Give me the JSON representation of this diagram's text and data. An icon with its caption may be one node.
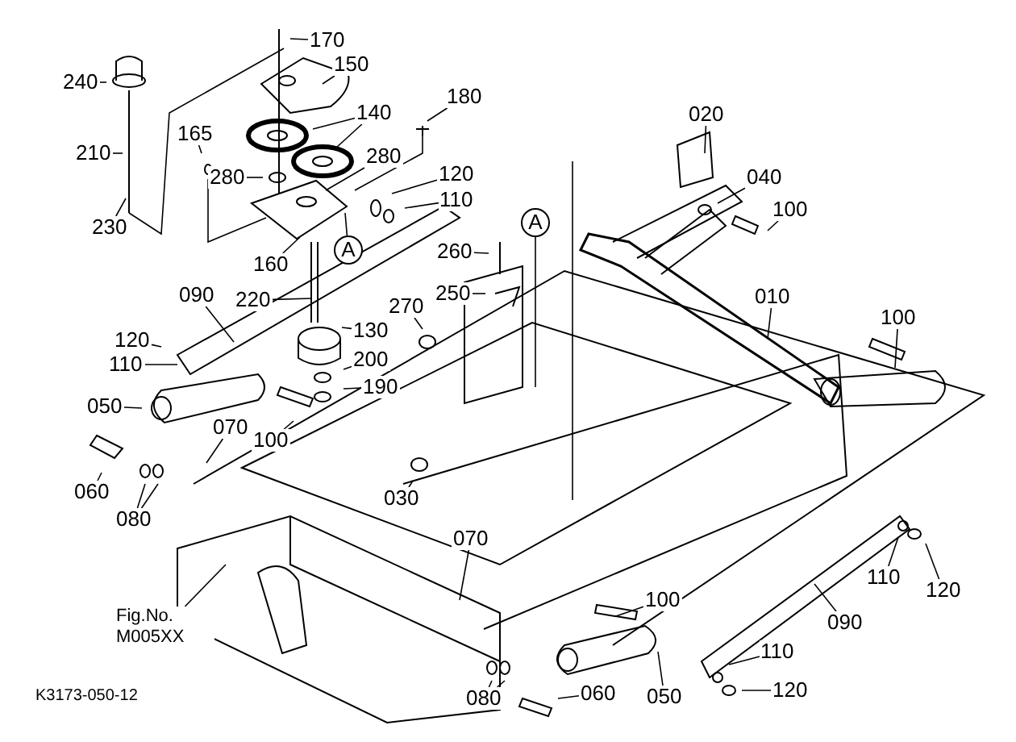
{
  "diagram": {
    "nodes": [
      {
        "text": [
          "170"
        ]
      },
      {
        "text": [
          "150"
        ]
      },
      {
        "text": [
          "240"
        ]
      },
      {
        "text": [
          "140"
        ]
      },
      {
        "text": [
          "180"
        ]
      },
      {
        "text": [
          "165"
        ]
      },
      {
        "text": [
          "210"
        ]
      },
      {
        "text": [
          "280"
        ]
      },
      {
        "text": [
          "280"
        ]
      },
      {
        "text": [
          "120"
        ]
      },
      {
        "text": [
          "110"
        ]
      },
      {
        "text": [
          "230"
        ]
      },
      {
        "text": [
          "A"
        ]
      },
      {
        "text": [
          "160"
        ]
      },
      {
        "text": [
          "090"
        ]
      },
      {
        "text": [
          "220"
        ]
      },
      {
        "text": [
          "260"
        ]
      },
      {
        "text": [
          "250"
        ]
      },
      {
        "text": [
          "270"
        ]
      },
      {
        "text": [
          "130"
        ]
      },
      {
        "text": [
          "120"
        ]
      },
      {
        "text": [
          "110"
        ]
      },
      {
        "text": [
          "200"
        ]
      },
      {
        "text": [
          "190"
        ]
      },
      {
        "text": [
          "050"
        ]
      },
      {
        "text": [
          "070"
        ]
      },
      {
        "text": [
          "100"
        ]
      },
      {
        "text": [
          "060"
        ]
      },
      {
        "text": [
          "080"
        ]
      },
      {
        "text": [
          "030"
        ]
      },
      {
        "text": [
          "Fig.No. M005XX"
        ]
      },
      {
        "text": [
          "070"
        ]
      },
      {
        "text": [
          "080"
        ]
      },
      {
        "text": [
          "100"
        ]
      },
      {
        "text": [
          "060"
        ]
      },
      {
        "text": [
          "050"
        ]
      },
      {
        "text": [
          "090"
        ]
      },
      {
        "text": [
          "110"
        ]
      },
      {
        "text": [
          "120"
        ]
      },
      {
        "text": [
          "110"
        ]
      },
      {
        "text": [
          "120"
        ]
      },
      {
        "text": [
          "020"
        ]
      },
      {
        "text": [
          "040"
        ]
      },
      {
        "text": [
          "100"
        ]
      },
      {
        "text": [
          "010"
        ]
      },
      {
        "text": [
          "100"
        ]
      },
      {
        "text": [
          "A"
        ]
      }
    ],
    "edges": [
      {
        "from": 0,
        "to": null,
        "arrow": "none"
      },
      {
        "from": 1,
        "to": null,
        "arrow": "none"
      },
      {
        "from": 2,
        "to": null,
        "arrow": "none"
      },
      {
        "from": 3,
        "to": null,
        "arrow": "none"
      },
      {
        "from": 3,
        "to": null,
        "arrow": "none"
      },
      {
        "from": 4,
        "to": null,
        "arrow": "none"
      },
      {
        "from": 5,
        "to": null,
        "arrow": "none"
      },
      {
        "from": 6,
        "to": null,
        "arrow": "none"
      },
      {
        "from": 7,
        "to": null,
        "arrow": "none"
      },
      {
        "from": 8,
        "to": null,
        "arrow": "none"
      },
      {
        "from": 9,
        "to": null,
        "arrow": "none"
      },
      {
        "from": 10,
        "to": null,
        "arrow": "none"
      },
      {
        "from": 11,
        "to": null,
        "arrow": "none"
      },
      {
        "from": 12,
        "to": null,
        "arrow": "none"
      },
      {
        "from": 13,
        "to": null,
        "arrow": "none"
      },
      {
        "from": 14,
        "to": null,
        "arrow": "none"
      },
      {
        "from": 15,
        "to": null,
        "arrow": "none"
      },
      {
        "from": 16,
        "to": null,
        "arrow": "none"
      },
      {
        "from": 17,
        "to": null,
        "arrow": "none"
      },
      {
        "from": 18,
        "to": null,
        "arrow": "none"
      },
      {
        "from": 19,
        "to": null,
        "arrow": "none"
      },
      {
        "from": 20,
        "to": null,
        "arrow": "none"
      },
      {
        "from": 21,
        "to": null,
        "arrow": "none"
      },
      {
        "from": 22,
        "to": null,
        "arrow": "none"
      },
      {
        "from": 23,
        "to": null,
        "arrow": "none"
      },
      {
        "from": 24,
        "to": null,
        "arrow": "none"
      },
      {
        "from": 25,
        "to": null,
        "arrow": "none"
      },
      {
        "from": 26,
        "to": null,
        "arrow": "none"
      },
      {
        "from": 27,
        "to": null,
        "arrow": "none"
      },
      {
        "from": 28,
        "to": null,
        "arrow": "none"
      },
      {
        "from": 28,
        "to": null,
        "arrow": "none"
      },
      {
        "from": 29,
        "to": null,
        "arrow": "none"
      },
      {
        "from": 30,
        "to": null,
        "arrow": "none"
      },
      {
        "from": 31,
        "to": null,
        "arrow": "none"
      },
      {
        "from": 32,
        "to": null,
        "arrow": "none"
      },
      {
        "from": 32,
        "to": null,
        "arrow": "none"
      },
      {
        "from": 33,
        "to": null,
        "arrow": "none"
      },
      {
        "from": 34,
        "to": null,
        "arrow": "none"
      },
      {
        "from": 35,
        "to": null,
        "arrow": "none"
      },
      {
        "from": 36,
        "to": null,
        "arrow": "none"
      },
      {
        "from": 37,
        "to": null,
        "arrow": "none"
      },
      {
        "from": 38,
        "to": null,
        "arrow": "none"
      },
      {
        "from": 39,
        "to": null,
        "arrow": "none"
      },
      {
        "from": 40,
        "to": null,
        "arrow": "none"
      },
      {
        "from": 41,
        "to": null,
        "arrow": "none"
      },
      {
        "from": 42,
        "to": null,
        "arrow": "none"
      },
      {
        "from": 43,
        "to": null,
        "arrow": "none"
      },
      {
        "from": 44,
        "to": null,
        "arrow": "none"
      },
      {
        "from": 45,
        "to": null,
        "arrow": "none"
      },
      {
        "from": 46,
        "to": null,
        "arrow": "none"
      }
    ],
    "labels": [
      "K3173-050-12"
    ]
  }
}
